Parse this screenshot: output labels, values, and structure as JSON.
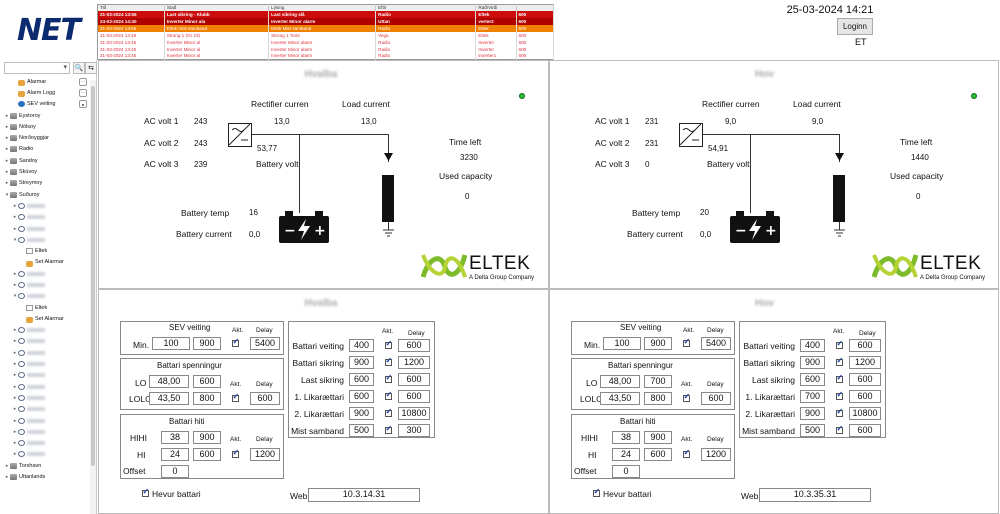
{
  "app": {
    "logo_text": "NET",
    "datetime": "25-03-2024 14:21",
    "login_label": "Loginn",
    "user": "ET"
  },
  "alarm_table": {
    "headers": [
      "Tið",
      "Stað",
      "Lýsing",
      "Eftir",
      "Rað/Virði"
    ],
    "rows": [
      {
        "style": "r-red",
        "cells": [
          "21-03-2024 13:55",
          "Last sikring - Klubb",
          "Last sikring slå",
          "Radio",
          "Eltek"
        ],
        "extra": "600"
      },
      {
        "style": "r-dred",
        "cells": [
          "24-03-2024 14:40",
          "Inverter Minor ala",
          "Inverter Minor alarm",
          "Uttan",
          "verter2"
        ],
        "extra": "600"
      },
      {
        "style": "r-orange",
        "cells": [
          "21-03-2024 13:55",
          "Eltek mist samband",
          "Eltek Mist samband",
          "Radio",
          "Eltek"
        ],
        "extra": "500"
      },
      {
        "style": "r-pink",
        "cells": [
          "21-03-2024 13:45",
          "Strong 1 (Gr 23)",
          "Strong 1 Tomt",
          "Vega",
          "Eltek"
        ],
        "extra": "600"
      },
      {
        "style": "r-pink",
        "cells": [
          "21-03-2024 13:45",
          "Inverter Minor al",
          "Inverter Minor alarm",
          "Radio",
          "Inverter"
        ],
        "extra": "600"
      },
      {
        "style": "r-pink",
        "cells": [
          "21-03-2024 13:45",
          "Inverter Minor al",
          "Inverter Minor alarm",
          "Radio",
          "Inverter"
        ],
        "extra": "600"
      },
      {
        "style": "r-pink",
        "cells": [
          "21-03-2024 13:45",
          "Inverter Minor al",
          "Inverter Minor alarm",
          "Radio",
          "inverter1"
        ],
        "extra": "600"
      }
    ]
  },
  "sidebar": {
    "search_arrow": "▾",
    "search_btn": "🔍",
    "refresh_btn": "⇆",
    "items": [
      {
        "label": "Alarmar",
        "icon": "alarm",
        "indent": 1,
        "right": "···"
      },
      {
        "label": "Alarm Logg",
        "icon": "alarm",
        "indent": 1,
        "right": "···"
      },
      {
        "label": "SEV veiting",
        "icon": "sev",
        "indent": 1,
        "right": "●"
      },
      {
        "label": "Eystoroy",
        "icon": "bld",
        "indent": 0,
        "tw": "▸"
      },
      {
        "label": "Nólsoy",
        "icon": "bld",
        "indent": 0,
        "tw": "▸"
      },
      {
        "label": "Norðoyggjar",
        "icon": "bld",
        "indent": 0,
        "tw": "▸"
      },
      {
        "label": "Radio",
        "icon": "bld",
        "indent": 0,
        "tw": "▸"
      },
      {
        "label": "Sandoy",
        "icon": "bld",
        "indent": 0,
        "tw": "▸"
      },
      {
        "label": "Skúvoy",
        "icon": "bld",
        "indent": 0,
        "tw": "▸"
      },
      {
        "label": "Streymoy",
        "icon": "bld",
        "indent": 0,
        "tw": "▸"
      },
      {
        "label": "Suðuroy",
        "icon": "bld",
        "indent": 0,
        "tw": "▾"
      },
      {
        "label": "",
        "icon": "net",
        "indent": 1,
        "tw": "▸",
        "blur": true
      },
      {
        "label": "",
        "icon": "net",
        "indent": 1,
        "tw": "▸",
        "blur": true
      },
      {
        "label": "",
        "icon": "net",
        "indent": 1,
        "tw": "▸",
        "blur": true
      },
      {
        "label": "",
        "icon": "net",
        "indent": 1,
        "tw": "▾",
        "blur": true
      },
      {
        "label": "Eltek",
        "icon": "doc",
        "indent": 2
      },
      {
        "label": "Set Alarmar",
        "icon": "alarm",
        "indent": 2
      },
      {
        "label": "",
        "icon": "net",
        "indent": 1,
        "tw": "▸",
        "blur": true
      },
      {
        "label": "",
        "icon": "net",
        "indent": 1,
        "tw": "▸",
        "blur": true
      },
      {
        "label": "",
        "icon": "net",
        "indent": 1,
        "tw": "▾",
        "blur": true
      },
      {
        "label": "Eltek",
        "icon": "doc",
        "indent": 2
      },
      {
        "label": "Set Alarmar",
        "icon": "alarm",
        "indent": 2
      },
      {
        "label": "",
        "icon": "net",
        "indent": 1,
        "tw": "▸",
        "blur": true
      },
      {
        "label": "",
        "icon": "net",
        "indent": 1,
        "tw": "▸",
        "blur": true
      },
      {
        "label": "",
        "icon": "net",
        "indent": 1,
        "tw": "▸",
        "blur": true
      },
      {
        "label": "",
        "icon": "net",
        "indent": 1,
        "tw": "▸",
        "blur": true
      },
      {
        "label": "",
        "icon": "net",
        "indent": 1,
        "tw": "▸",
        "blur": true
      },
      {
        "label": "",
        "icon": "net",
        "indent": 1,
        "tw": "▸",
        "blur": true
      },
      {
        "label": "",
        "icon": "net",
        "indent": 1,
        "tw": "▸",
        "blur": true
      },
      {
        "label": "",
        "icon": "net",
        "indent": 1,
        "tw": "▸",
        "blur": true
      },
      {
        "label": "",
        "icon": "net",
        "indent": 1,
        "tw": "▸",
        "blur": true
      },
      {
        "label": "",
        "icon": "net",
        "indent": 1,
        "tw": "▸",
        "blur": true
      },
      {
        "label": "",
        "icon": "net",
        "indent": 1,
        "tw": "▸",
        "blur": true
      },
      {
        "label": "",
        "icon": "net",
        "indent": 1,
        "tw": "▸",
        "blur": true
      },
      {
        "label": "Torshavn",
        "icon": "bld",
        "indent": 0,
        "tw": "▸"
      },
      {
        "label": "Uttanlands",
        "icon": "bld",
        "indent": 0,
        "tw": "▸"
      }
    ]
  },
  "labels": {
    "ac_volt_1": "AC volt 1",
    "ac_volt_2": "AC volt 2",
    "ac_volt_3": "AC volt 3",
    "rectifier_current": "Rectifier curren",
    "load_current": "Load current",
    "battery_volt": "Battery volt",
    "time_left": "Time left",
    "used_capacity": "Used capacity",
    "battery_temp": "Battery temp",
    "battery_current": "Battery current",
    "eltek": "ELTEK",
    "eltek_sub": "A Delta Group Company",
    "sev_veiting": "SEV veiting",
    "min": "Min.",
    "akt": "Akt.",
    "delay": "Delay",
    "battari_spenningur": "Battari spenningur",
    "lo": "LO",
    "lolo": "LOLO",
    "battari_hiti": "Battari hiti",
    "hihi": "HIHI",
    "hi": "HI",
    "offset": "Offset",
    "battari_veiting": "Battari veiting",
    "battari_sikring": "Battari sikring",
    "last_sikring": "Last sikring",
    "likraettari_1": "1. Likarættari",
    "likraettari_2": "2. Likarættari",
    "mist_samband": "Mist samband",
    "hevur_battari": "Hevur battari",
    "web": "Web"
  },
  "sites": [
    {
      "name": "Hvalba",
      "ac_volt_1": "243",
      "ac_volt_2": "243",
      "ac_volt_3": "239",
      "rectifier_current": "13,0",
      "load_current": "13,0",
      "battery_volt": "53,77",
      "time_left": "3230",
      "used_capacity": "0",
      "battery_temp": "16",
      "battery_current": "0,0",
      "status_color": "#2dbb3a",
      "settings": {
        "sev_min": "100",
        "sev_max": "900",
        "sev_delay": "5400",
        "lo_a": "48,00",
        "lo_b": "600",
        "lolo_a": "43,50",
        "lolo_b": "800",
        "lolo_delay": "600",
        "hihi_a": "38",
        "hihi_b": "900",
        "hi_a": "24",
        "hi_b": "600",
        "hi_delay": "1200",
        "offset": "0",
        "right": [
          {
            "a": "400",
            "d": "600"
          },
          {
            "a": "900",
            "d": "1200"
          },
          {
            "a": "600",
            "d": "600"
          },
          {
            "a": "600",
            "d": "600"
          },
          {
            "a": "900",
            "d": "10800"
          },
          {
            "a": "500",
            "d": "300"
          }
        ],
        "web": "10.3.14.31"
      }
    },
    {
      "name": "Hov",
      "ac_volt_1": "231",
      "ac_volt_2": "231",
      "ac_volt_3": "0",
      "rectifier_current": "9,0",
      "load_current": "9,0",
      "battery_volt": "54,91",
      "time_left": "1440",
      "used_capacity": "0",
      "battery_temp": "20",
      "battery_current": "0,0",
      "status_color": "#2dbb3a",
      "settings": {
        "sev_min": "100",
        "sev_max": "900",
        "sev_delay": "5400",
        "lo_a": "48,00",
        "lo_b": "700",
        "lolo_a": "43,50",
        "lolo_b": "800",
        "lolo_delay": "600",
        "hihi_a": "38",
        "hihi_b": "900",
        "hi_a": "24",
        "hi_b": "600",
        "hi_delay": "1200",
        "offset": "0",
        "right": [
          {
            "a": "400",
            "d": "600"
          },
          {
            "a": "900",
            "d": "1200"
          },
          {
            "a": "600",
            "d": "600"
          },
          {
            "a": "700",
            "d": "600"
          },
          {
            "a": "900",
            "d": "10800"
          },
          {
            "a": "500",
            "d": "600"
          }
        ],
        "web": "10.3.35.31"
      }
    }
  ]
}
